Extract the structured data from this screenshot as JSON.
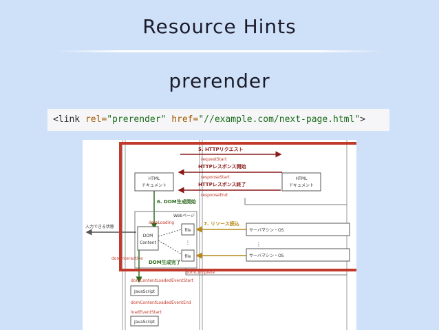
{
  "slide": {
    "title": "Resource Hints",
    "subtitle": "prerender"
  },
  "code": {
    "open": "<link ",
    "attr1": "rel=",
    "val1": "\"prerender\"",
    "attr2": "href=",
    "val2": "\"//example.com/next-page.html\"",
    "close": ">"
  },
  "diagram": {
    "labels": {
      "http_request": "5. HTTPリクエスト",
      "request_start": "requestStart",
      "http_response_start": "HTTPレスポンス開始",
      "response_start": "responseStart",
      "http_response_end": "HTTPレスポンス終了",
      "response_end": "responseEnd",
      "html_doc_left": "HTML",
      "html_doc_left2": "ドキュメント",
      "html_doc_right": "HTML",
      "html_doc_right2": "ドキュメント",
      "dom_build_start": "6. DOM生成開始",
      "web_page": "Webページ",
      "dom_loading": "domLoading",
      "input_ready": "入力できる状態",
      "dom": "DOM",
      "content": "Content",
      "file1": "file",
      "file2": "file",
      "resource_load": "7. リソース読込",
      "server_os_1": "サーバマシン・OS",
      "server_os_2": "サーバマシン・OS",
      "dom_interactive": "domInteractive",
      "dom_build_done": "DOM生成完了",
      "dom_complete": "domComplete",
      "dcl_event_start": "domContentLoadedEventStart",
      "javascript1": "JavaScript",
      "dcl_event_end": "domContentLoadedEventEnd",
      "load_event_start": "loadEventStart",
      "javascript2": "JavaScript"
    },
    "colors": {
      "highlight": "#c0392b",
      "request_arrow": "#8b1a1a",
      "resource_arrow": "#b58a1a",
      "dom_arrow": "#2e6b1f",
      "red_text": "#c0392b"
    }
  }
}
